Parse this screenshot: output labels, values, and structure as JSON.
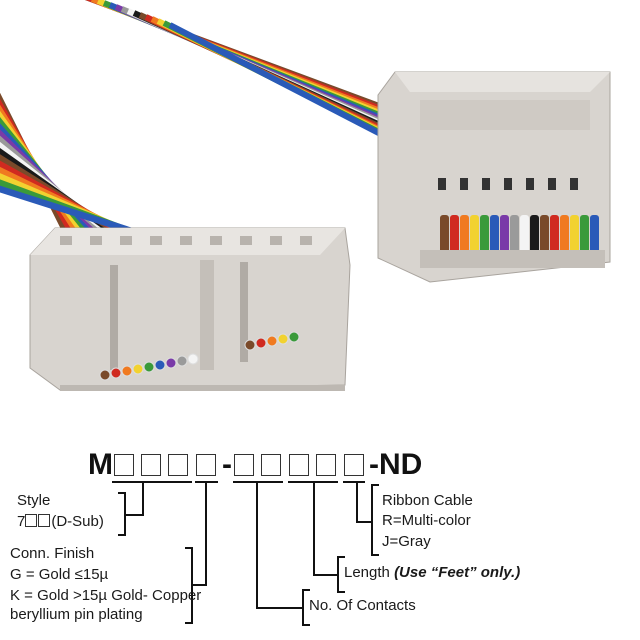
{
  "part_number": {
    "prefix": "M",
    "dash": "-",
    "suffix": "-ND"
  },
  "fields": {
    "style": {
      "title": "Style",
      "line": "(D-Sub)",
      "line_prefix": "7"
    },
    "finish": {
      "title": "Conn. Finish",
      "g": "G = Gold ≤15µ",
      "k": "K = Gold >15µ Gold- Copper",
      "k2": "beryllium pin plating"
    },
    "contacts": {
      "title": "No. Of Contacts"
    },
    "length": {
      "title": "Length",
      "note": "(Use “Feet” only.)"
    },
    "ribbon": {
      "title": "Ribbon Cable",
      "r": "R=Multi-color",
      "j": "J=Gray"
    }
  },
  "ribbon_colors": [
    "#7a4a2a",
    "#d02a20",
    "#f07a20",
    "#f2d230",
    "#3a9a3a",
    "#2a5ab8",
    "#7a3aa8",
    "#9a9a9a",
    "#f4f4f4",
    "#1a1a1a"
  ],
  "connector_color": "#d8d4cf"
}
